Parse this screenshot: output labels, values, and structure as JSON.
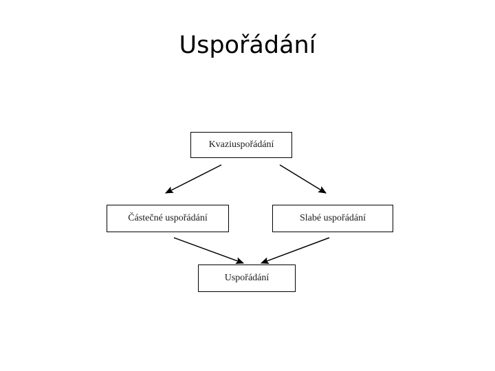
{
  "slide": {
    "title": "Uspořádání",
    "background_color": "#ffffff",
    "text_color": "#000000"
  },
  "diagram": {
    "type": "hierarchy-flowchart",
    "line_color": "#000000",
    "box_border_color": "#000000",
    "box_fill_color": "#ffffff",
    "nodes": [
      {
        "id": "quasi",
        "label": "Kvaziuspořádání"
      },
      {
        "id": "partial",
        "label": "Částečné uspořádání"
      },
      {
        "id": "weak",
        "label": "Slabé uspořádání"
      },
      {
        "id": "order",
        "label": "Uspořádání"
      }
    ],
    "edges": [
      {
        "from": "quasi",
        "to": "partial",
        "style": "arrow"
      },
      {
        "from": "quasi",
        "to": "weak",
        "style": "arrow"
      },
      {
        "from": "partial",
        "to": "order",
        "style": "arrow"
      },
      {
        "from": "weak",
        "to": "order",
        "style": "arrow"
      }
    ]
  }
}
